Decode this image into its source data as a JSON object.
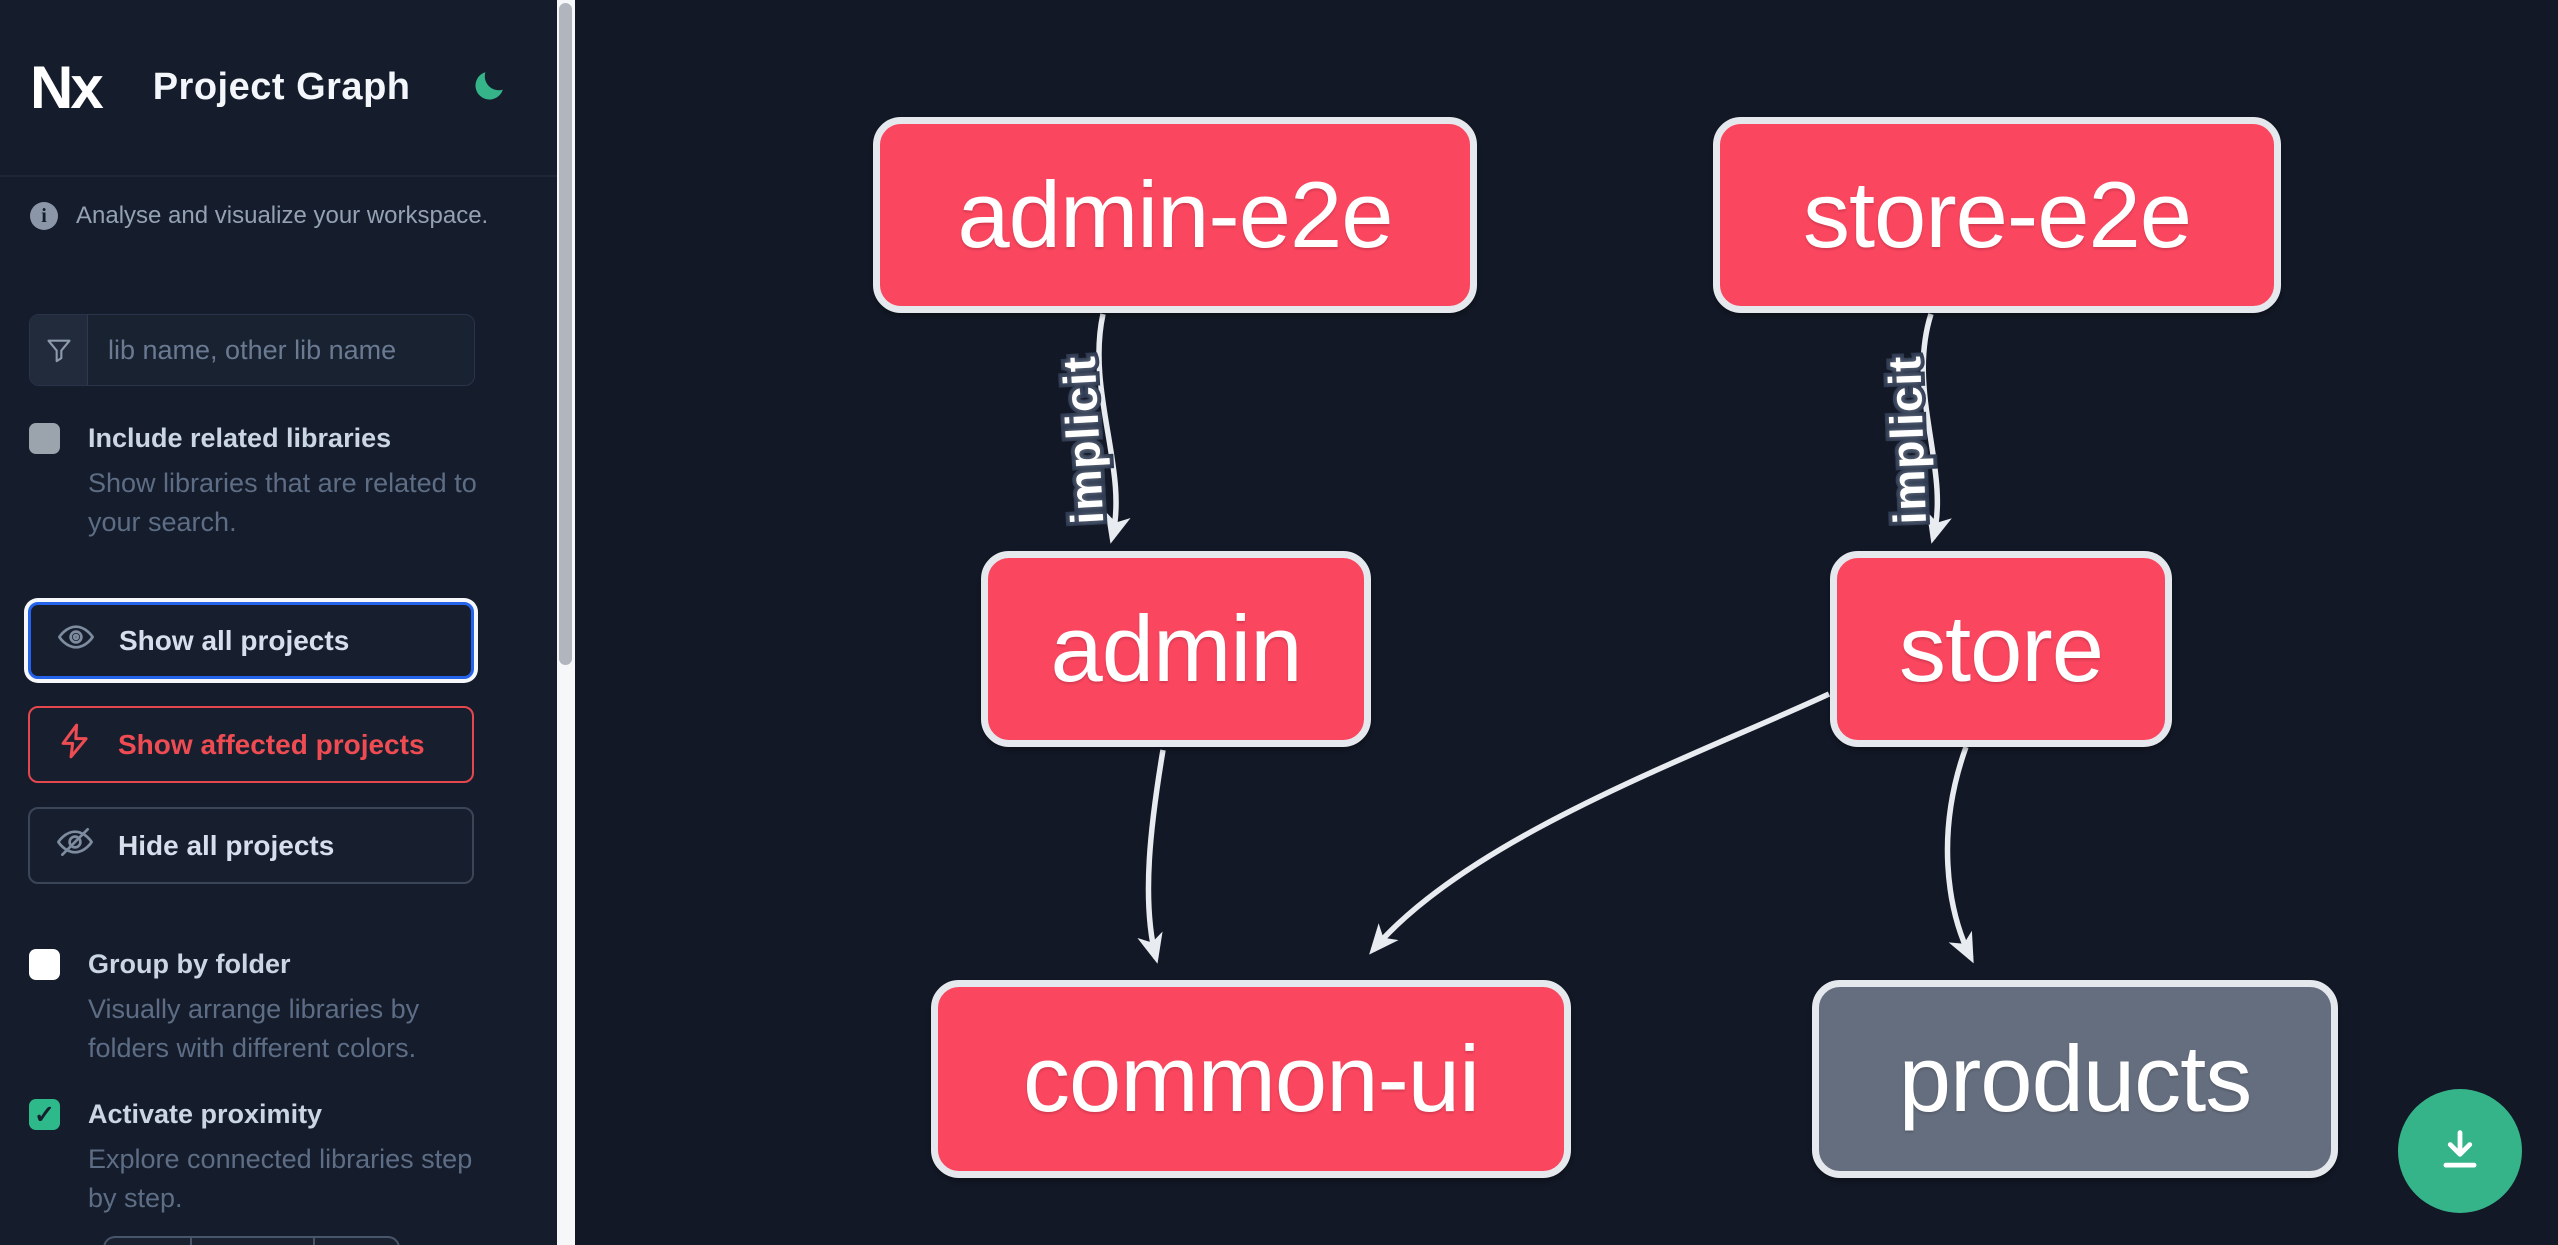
{
  "app": {
    "logo_text": "Nx",
    "title": "Project Graph"
  },
  "sidebar": {
    "tagline": "Analyse and visualize your workspace.",
    "search": {
      "placeholder": "lib name, other lib name",
      "icon": "filter-funnel-icon"
    },
    "toggles": [
      {
        "label": "Include related libraries",
        "description": "Show libraries that are related to your search.",
        "checked": false,
        "disabled": true
      },
      {
        "label": "Group by folder",
        "description": "Visually arrange libraries by folders with different colors.",
        "checked": false,
        "disabled": false
      },
      {
        "label": "Activate proximity",
        "description": "Explore connected libraries step by step.",
        "checked": true,
        "disabled": false
      }
    ],
    "actions": [
      {
        "label": "Show all projects",
        "icon": "eye-icon",
        "state": "focused"
      },
      {
        "label": "Show affected projects",
        "icon": "bolt-icon",
        "state": "affected"
      },
      {
        "label": "Hide all projects",
        "icon": "eye-off-icon",
        "state": "default"
      }
    ]
  },
  "graph": {
    "nodes": [
      {
        "id": "admin-e2e",
        "label": "admin-e2e",
        "kind": "affected"
      },
      {
        "id": "store-e2e",
        "label": "store-e2e",
        "kind": "affected"
      },
      {
        "id": "admin",
        "label": "admin",
        "kind": "affected"
      },
      {
        "id": "store",
        "label": "store",
        "kind": "affected"
      },
      {
        "id": "common-ui",
        "label": "common-ui",
        "kind": "affected"
      },
      {
        "id": "products",
        "label": "products",
        "kind": "plain"
      }
    ],
    "edges": [
      {
        "from": "admin-e2e",
        "to": "admin",
        "label": "implicit"
      },
      {
        "from": "store-e2e",
        "to": "store",
        "label": "implicit"
      },
      {
        "from": "admin",
        "to": "common-ui",
        "label": ""
      },
      {
        "from": "store",
        "to": "common-ui",
        "label": ""
      },
      {
        "from": "store",
        "to": "products",
        "label": ""
      }
    ]
  },
  "fab": {
    "icon": "download-icon"
  },
  "colors": {
    "background": "#121826",
    "sidebar_background": "#151c2b",
    "affected_node_pink": "#fa465f",
    "plain_node_gray": "#656e7e",
    "edge_gray": "#e8ebf0",
    "focus_blue": "#2563eb",
    "affected_red": "#ef4b52",
    "accent_green": "#35b489",
    "checkbox_green": "#2eb98a"
  }
}
